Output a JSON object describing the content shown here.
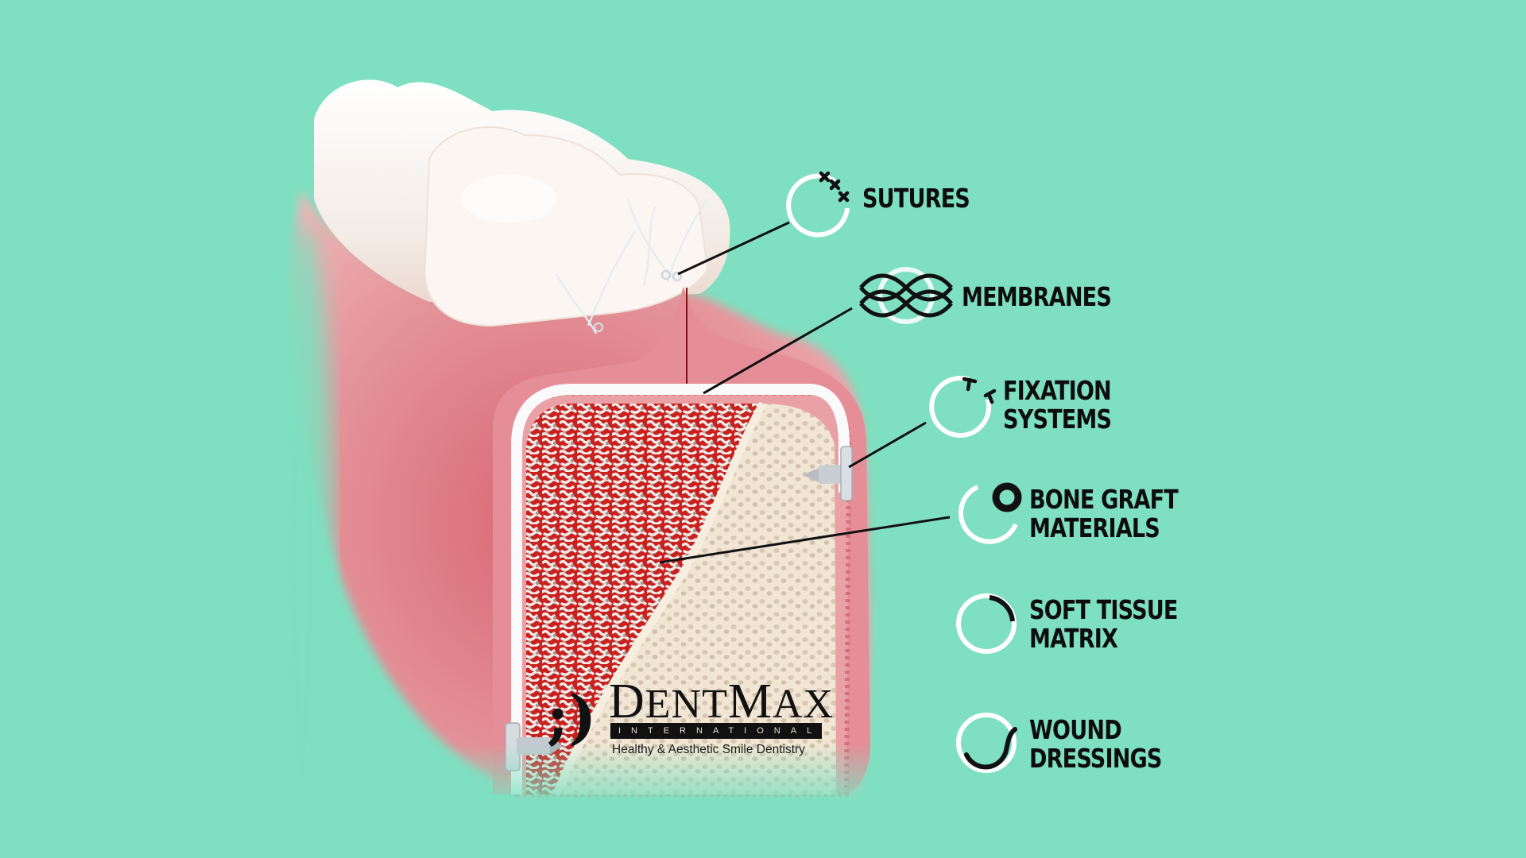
{
  "colors": {
    "background": "#7EE0C0",
    "gum": "#E08A93",
    "gum_dark": "#C85F6B",
    "tooth": "#F6EEE8",
    "bone": "#F1E6D2",
    "graft_red": "#C8201E",
    "membrane": "#FFFFFF",
    "text": "#0D0D0D",
    "ring": "#FFFFFF"
  },
  "callouts": [
    {
      "id": "sutures",
      "icon": "sutures-icon",
      "lines": [
        "SUTURES"
      ]
    },
    {
      "id": "membranes",
      "icon": "membrane-mesh-icon",
      "lines": [
        "MEMBRANES"
      ]
    },
    {
      "id": "fixation",
      "icon": "fixation-tacks-icon",
      "lines": [
        "FIXATION",
        "SYSTEMS"
      ]
    },
    {
      "id": "bone-graft",
      "icon": "bone-graft-ring-icon",
      "lines": [
        "BONE GRAFT",
        "MATERIALS"
      ]
    },
    {
      "id": "soft-tissue",
      "icon": "soft-tissue-arc-icon",
      "lines": [
        "SOFT TISSUE",
        "MATRIX"
      ]
    },
    {
      "id": "wound",
      "icon": "wound-dressing-arc-icon",
      "lines": [
        "WOUND",
        "DRESSINGS"
      ]
    }
  ],
  "logo": {
    "mark": ";)",
    "name_first": "D",
    "name_rest1": "ENT",
    "name_m": "M",
    "name_rest2": "AX",
    "subtitle": "INTERNATIONAL",
    "tagline": "Healthy & Aesthetic Smile Dentistry"
  }
}
